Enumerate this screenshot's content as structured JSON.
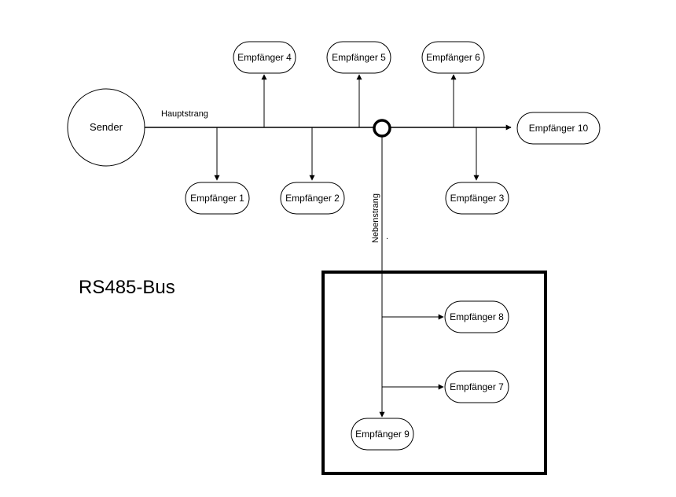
{
  "diagram": {
    "title": "RS485-Bus",
    "sender": "Sender",
    "main_line_label": "Hauptstrang",
    "branch_line_label": "Nebenstrang",
    "dot": ".",
    "receivers": {
      "r1": "Empfänger 1",
      "r2": "Empfänger 2",
      "r3": "Empfänger 3",
      "r4": "Empfänger 4",
      "r5": "Empfänger 5",
      "r6": "Empfänger 6",
      "r7": "Empfänger 7",
      "r8": "Empfänger 8",
      "r9": "Empfänger 9",
      "r10": "Empfänger 10"
    }
  }
}
